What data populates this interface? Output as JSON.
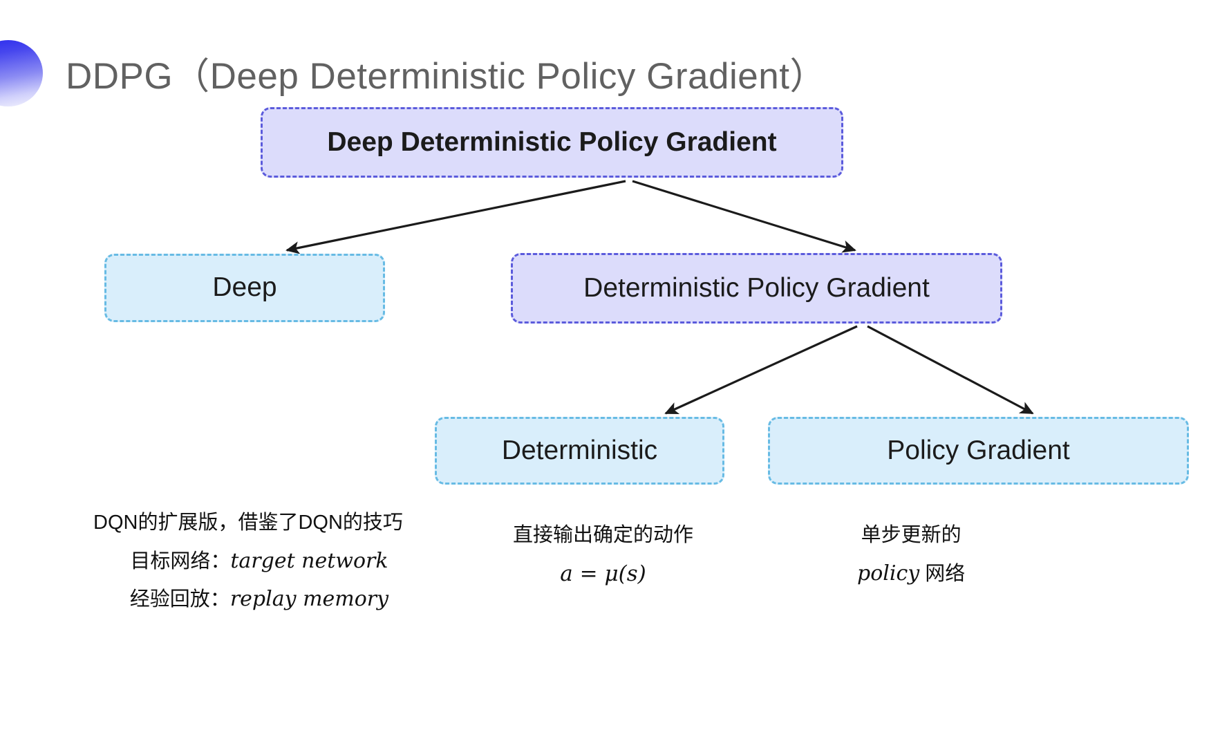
{
  "slide": {
    "title": "DDPG（Deep Deterministic Policy Gradient）",
    "background_color": "#ffffff",
    "title_color": "#616161",
    "decor_icon": "gradient-circle-bullet-icon"
  },
  "palette": {
    "purple_fill": "#dcdcfb",
    "purple_border": "#5b5bdc",
    "blue_fill": "#d9eefb",
    "blue_border": "#67bbe4",
    "arrow_color": "#1b1b1b",
    "text_color": "#111111"
  },
  "diagram": {
    "type": "tree",
    "nodes": [
      {
        "id": "root",
        "label": "Deep Deterministic Policy Gradient",
        "style": "purple"
      },
      {
        "id": "deep",
        "label": "Deep",
        "style": "blue"
      },
      {
        "id": "dpg",
        "label": "Deterministic Policy Gradient",
        "style": "purple"
      },
      {
        "id": "deterministic",
        "label": "Deterministic",
        "style": "blue"
      },
      {
        "id": "policy_gradient",
        "label": "Policy Gradient",
        "style": "blue"
      }
    ],
    "edges": [
      {
        "from": "root",
        "to": "deep"
      },
      {
        "from": "root",
        "to": "dpg"
      },
      {
        "from": "dpg",
        "to": "deterministic"
      },
      {
        "from": "dpg",
        "to": "policy_gradient"
      }
    ]
  },
  "captions": {
    "deep": {
      "line1": "DQN的扩展版，借鉴了DQN的技巧",
      "line2_label": "目标网络：",
      "line2_term": "target network",
      "line3_label": "经验回放：",
      "line3_term": "replay memory"
    },
    "deterministic": {
      "line1": "直接输出确定的动作",
      "formula": "a = μ(s)"
    },
    "policy_gradient": {
      "line1": "单步更新的",
      "line2_term": "policy",
      "line2_suffix": " 网络"
    }
  }
}
